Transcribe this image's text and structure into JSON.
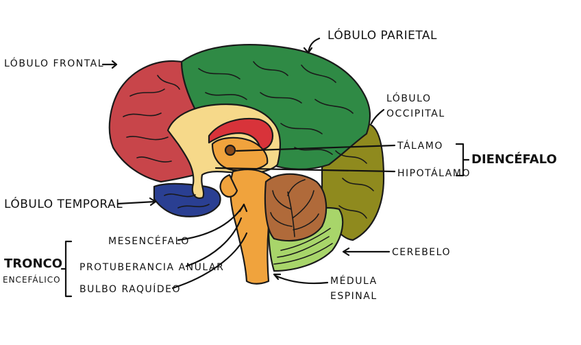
{
  "labels": {
    "frontal": "LÓBULO FRONTAL",
    "parietal": "LÓBULO PARIETAL",
    "occipital_line1": "LÓBULO",
    "occipital_line2": "OCCIPITAL",
    "temporal": "LÓBULO TEMPORAL",
    "talamo": "TÁLAMO",
    "hipotalamo": "HIPOTÁLAMO",
    "diencefalo": "DIENCÉFALO",
    "mesencefalo": "MESENCÉFALO",
    "protuberancia": "PROTUBERANCIA ANULAR",
    "bulbo": "BULBO RAQUÍDEO",
    "tronco_line1": "TRONCO",
    "tronco_line2": "ENCEFÁLICO",
    "cerebelo": "CEREBELO",
    "medula_line1": "MÉDULA",
    "medula_line2": "ESPINAL"
  },
  "colors": {
    "frontal": "#c8454a",
    "parietal": "#2f8a45",
    "occipital": "#8f8a1e",
    "temporal": "#2a3f92",
    "corpus_callosum": "#d8333a",
    "inner_region": "#f6d98a",
    "brainstem": "#f0a33d",
    "cerebellum": "#b06a3a",
    "medulla_spinal": "#a8d56a"
  }
}
